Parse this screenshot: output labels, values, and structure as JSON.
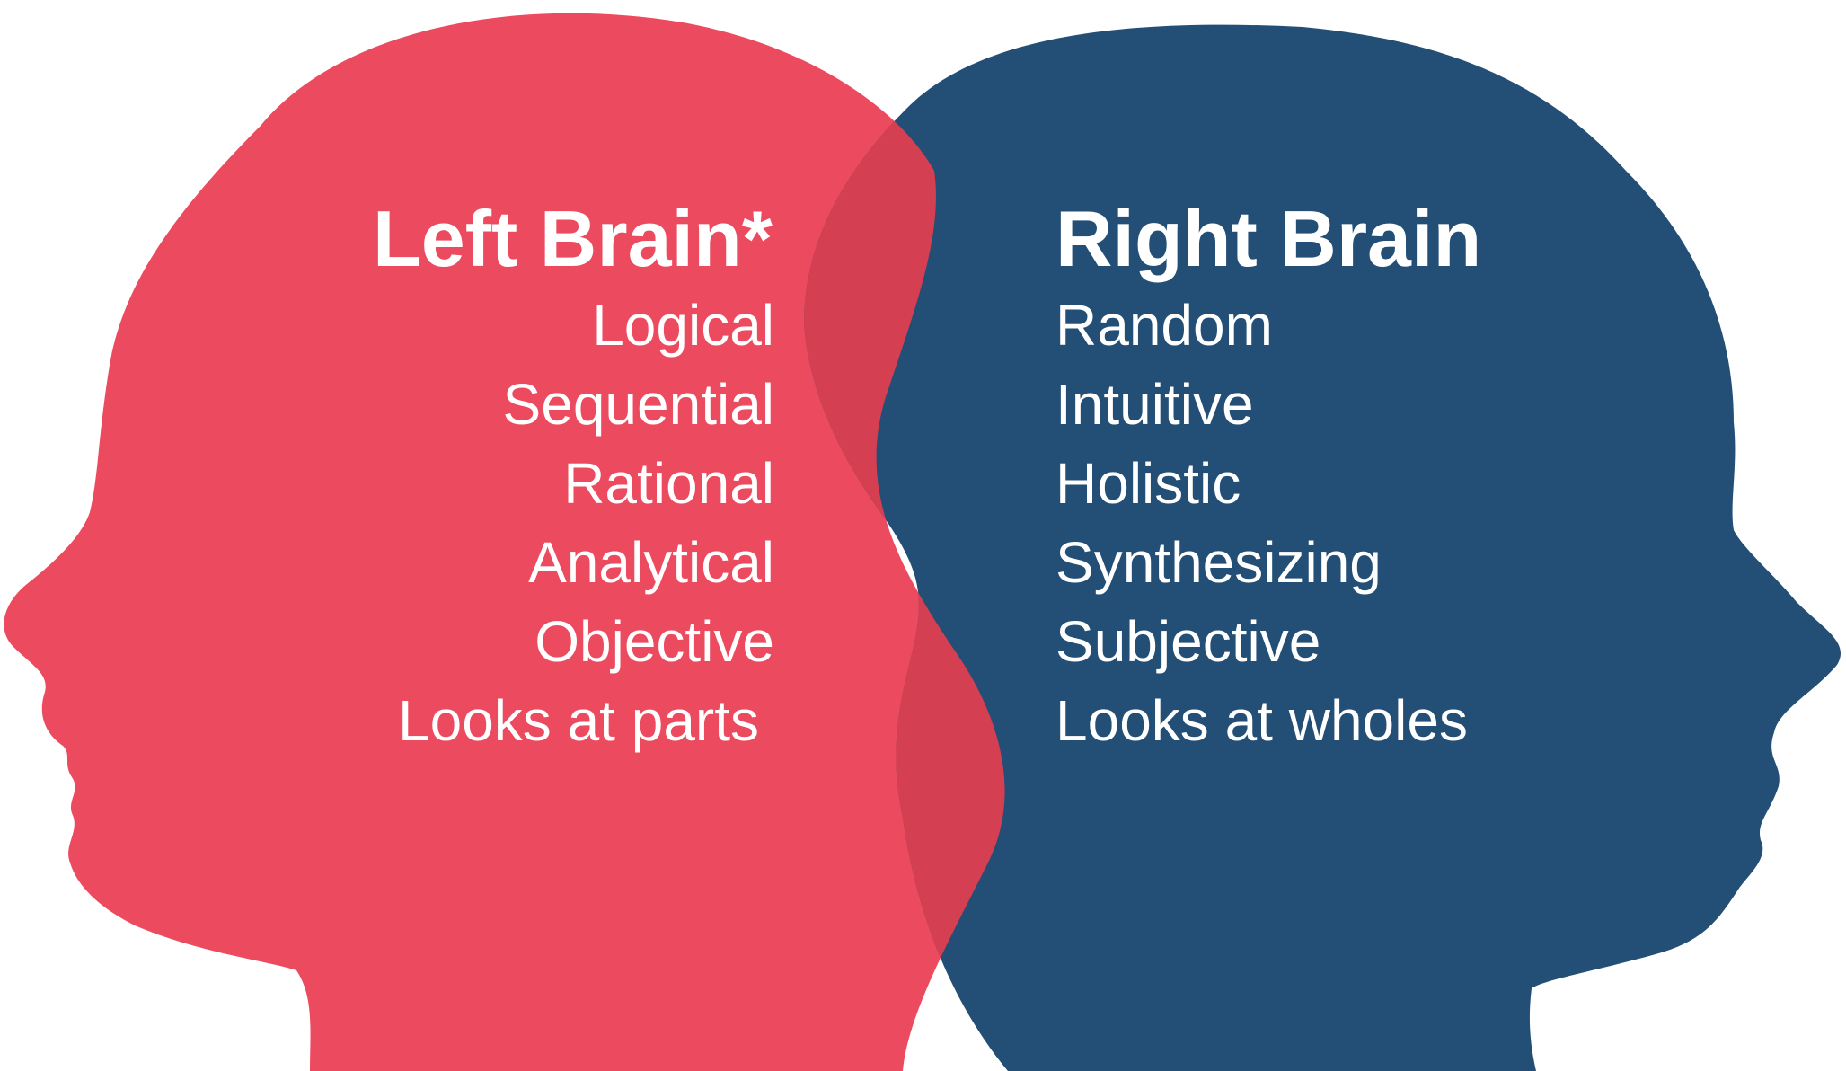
{
  "colors": {
    "left_head": "#ec4a5e",
    "right_head": "#234e76",
    "overlap": "#d43f51",
    "text": "#ffffff",
    "background": "#ffffff"
  },
  "left": {
    "title": "Left Brain*",
    "traits": [
      "Logical",
      "Sequential",
      "Rational",
      "Analytical",
      "Objective",
      "Looks at parts"
    ]
  },
  "right": {
    "title": "Right Brain",
    "traits": [
      "Random",
      "Intuitive",
      "Holistic",
      "Synthesizing",
      "Subjective",
      "Looks at wholes"
    ]
  }
}
